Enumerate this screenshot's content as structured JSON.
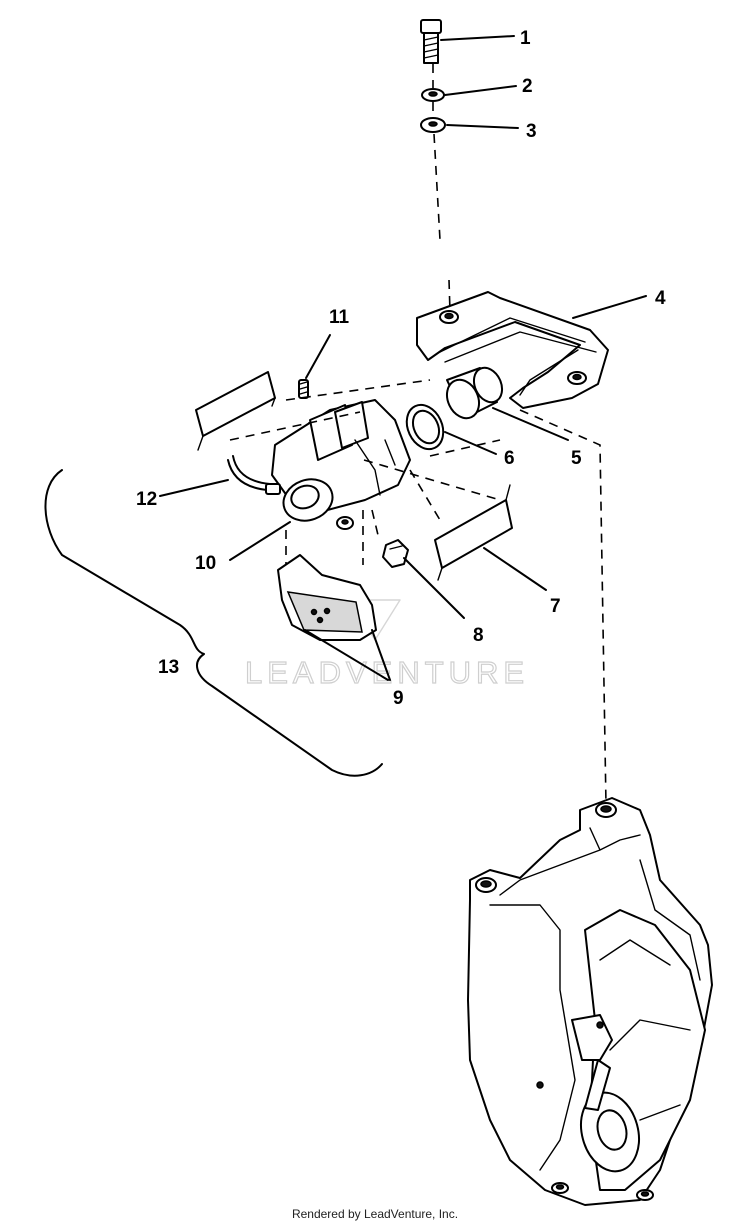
{
  "callouts": {
    "c1": "1",
    "c2": "2",
    "c3": "3",
    "c4": "4",
    "c5": "5",
    "c6": "6",
    "c7": "7",
    "c8": "8",
    "c9": "9",
    "c10": "10",
    "c11": "11",
    "c12": "12",
    "c13": "13"
  },
  "watermark": "LEADVENTURE",
  "footer": "Rendered by LeadVenture, Inc."
}
